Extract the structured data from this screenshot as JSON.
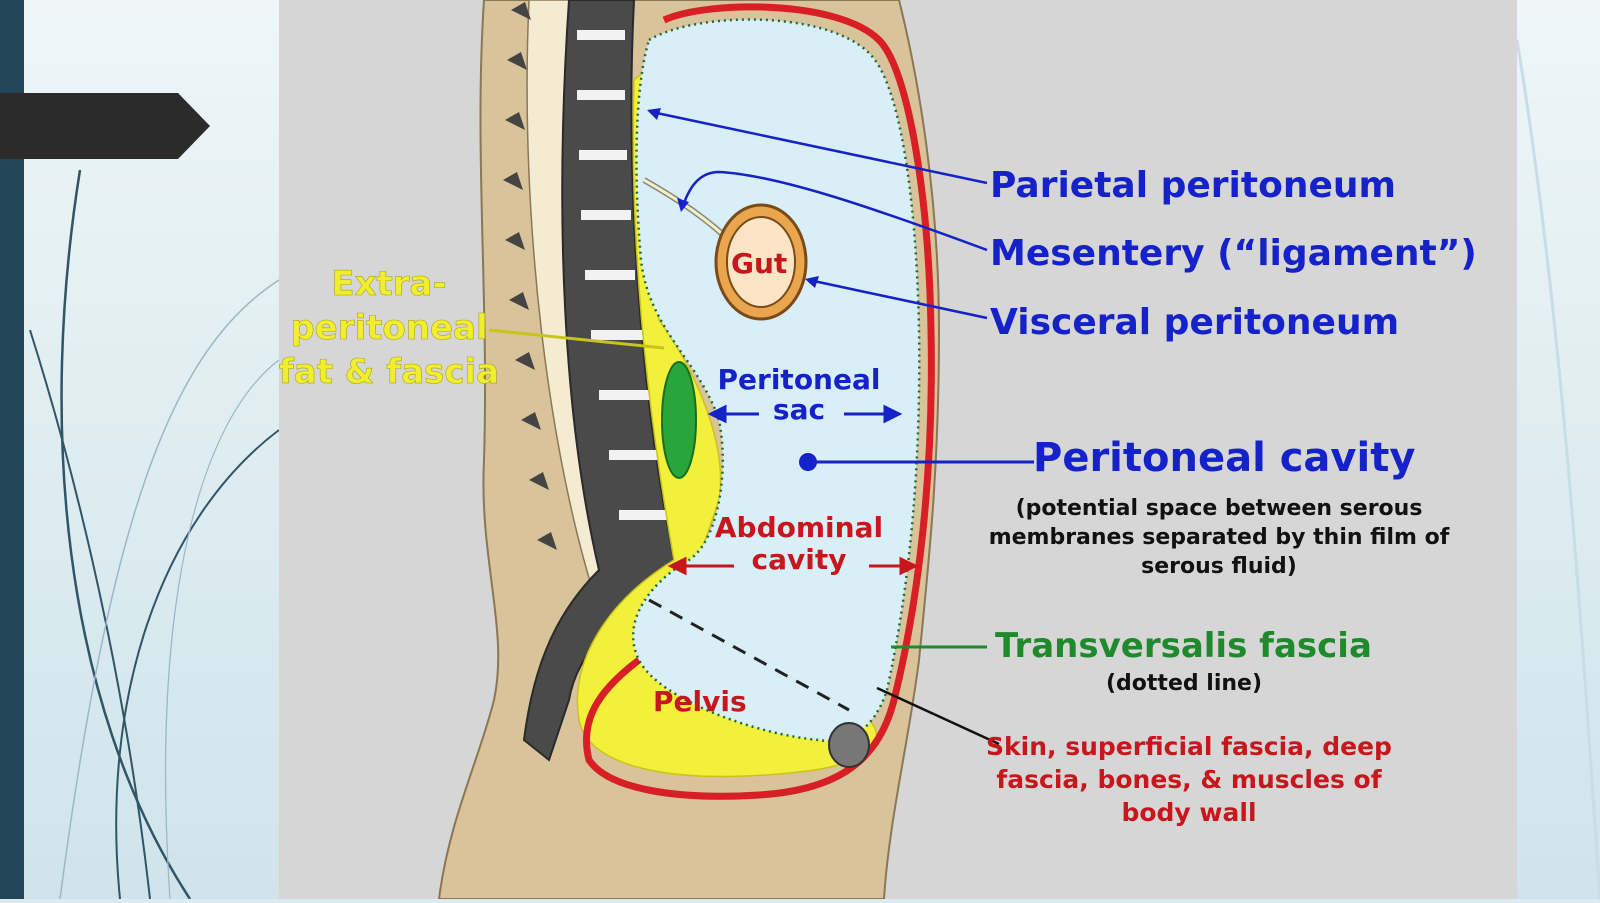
{
  "slide": {
    "accent_dark": "#234758",
    "title_tab_color": "#2b2b2b"
  },
  "diagram": {
    "colors": {
      "parietal": "#d81f26",
      "cavity_fill": "#d9eff8",
      "extraperitoneal": "#f2f03a",
      "kidney": "#2aa53a",
      "skin": "#d9c39a",
      "background": "#d6d6d6",
      "label_blue": "#1522c9",
      "label_red": "#c8161d",
      "label_green": "#1f8a2c"
    },
    "labels": {
      "parietal": "Parietal peritoneum",
      "mesentery": "Mesentery (“ligament”)",
      "visceral": "Visceral peritoneum",
      "cavity": "Peritoneal cavity",
      "cavity_note_1": "(potential space between serous",
      "cavity_note_2": "membranes separated by thin film of",
      "cavity_note_3": "serous fluid)",
      "transversalis": "Transversalis fascia",
      "transversalis_note": "(dotted line)",
      "body_wall_1": "Skin, superficial fascia, deep",
      "body_wall_2": "fascia, bones, & muscles of",
      "body_wall_3": "body wall",
      "extra_1": "Extra-",
      "extra_2": "peritoneal",
      "extra_3": "fat & fascia",
      "gut": "Gut",
      "sac_1": "Peritoneal",
      "sac_2": "sac",
      "abdominal_1": "Abdominal",
      "abdominal_2": "cavity",
      "pelvis": "Pelvis"
    }
  }
}
